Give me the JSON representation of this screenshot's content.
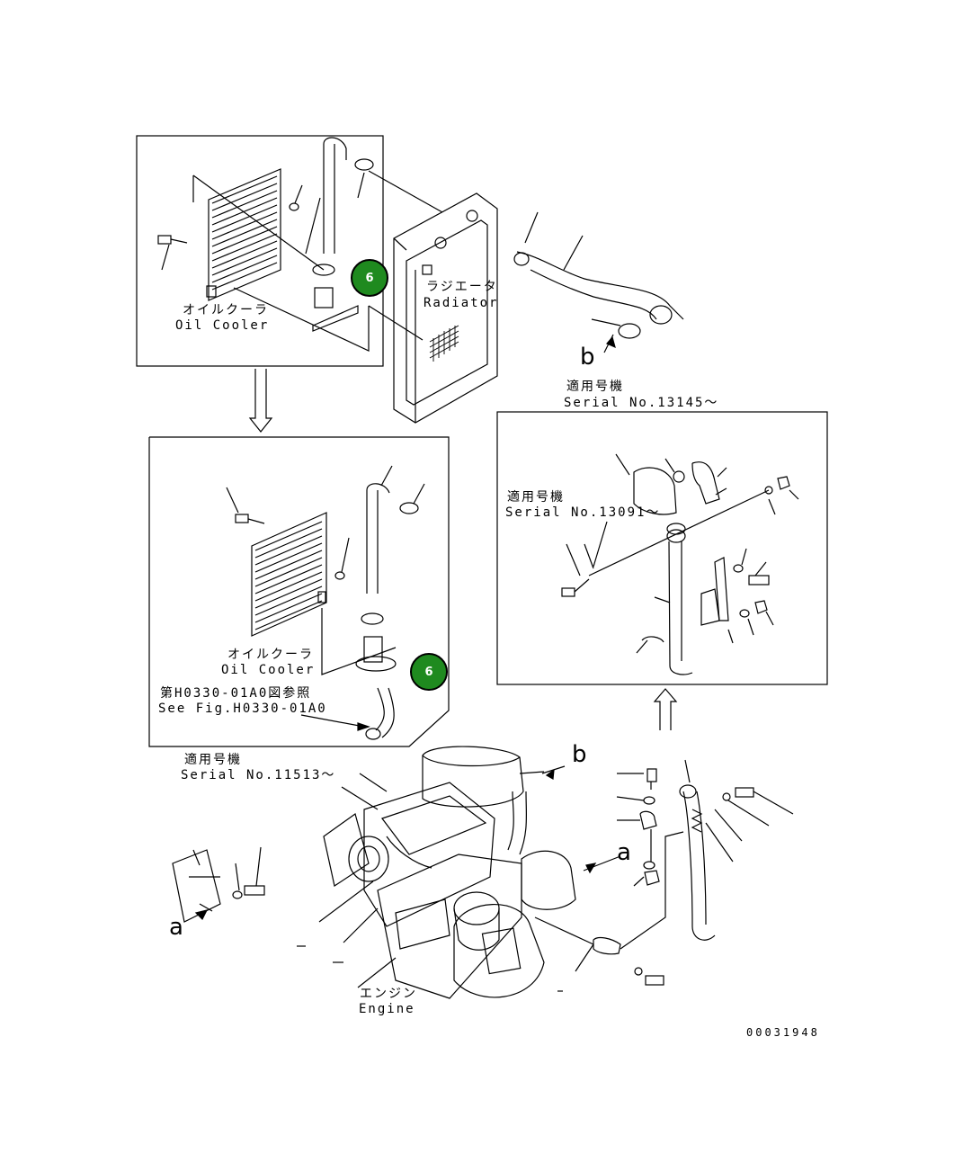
{
  "labels": {
    "oil_cooler_jp_top": "オイルクーラ",
    "oil_cooler_en_top": "Oil Cooler",
    "radiator_jp": "ラジエータ",
    "radiator_en": "Radiator",
    "oil_cooler_jp_mid": "オイルクーラ",
    "oil_cooler_en_mid": "Oil Cooler",
    "see_fig_jp": "第H0330-01A0図参照",
    "see_fig_en": "See Fig.H0330-01A0",
    "engine_jp": "エンジン",
    "engine_en": "Engine"
  },
  "serials": {
    "applicable_jp_1": "適用号機",
    "serial_13145": "Serial No.13145～",
    "applicable_jp_2": "適用号機",
    "serial_13091": "Serial No.13091～",
    "applicable_jp_3": "適用号機",
    "serial_11513": "Serial No.11513～"
  },
  "callouts": {
    "top": "6",
    "middle": "6"
  },
  "view_letters": {
    "b_top": "b",
    "b_engine": "b",
    "a_right": "a",
    "a_left": "a"
  },
  "document_number": "00031948",
  "colors": {
    "callout_fill": "#1f8a1f",
    "line": "#000000"
  }
}
